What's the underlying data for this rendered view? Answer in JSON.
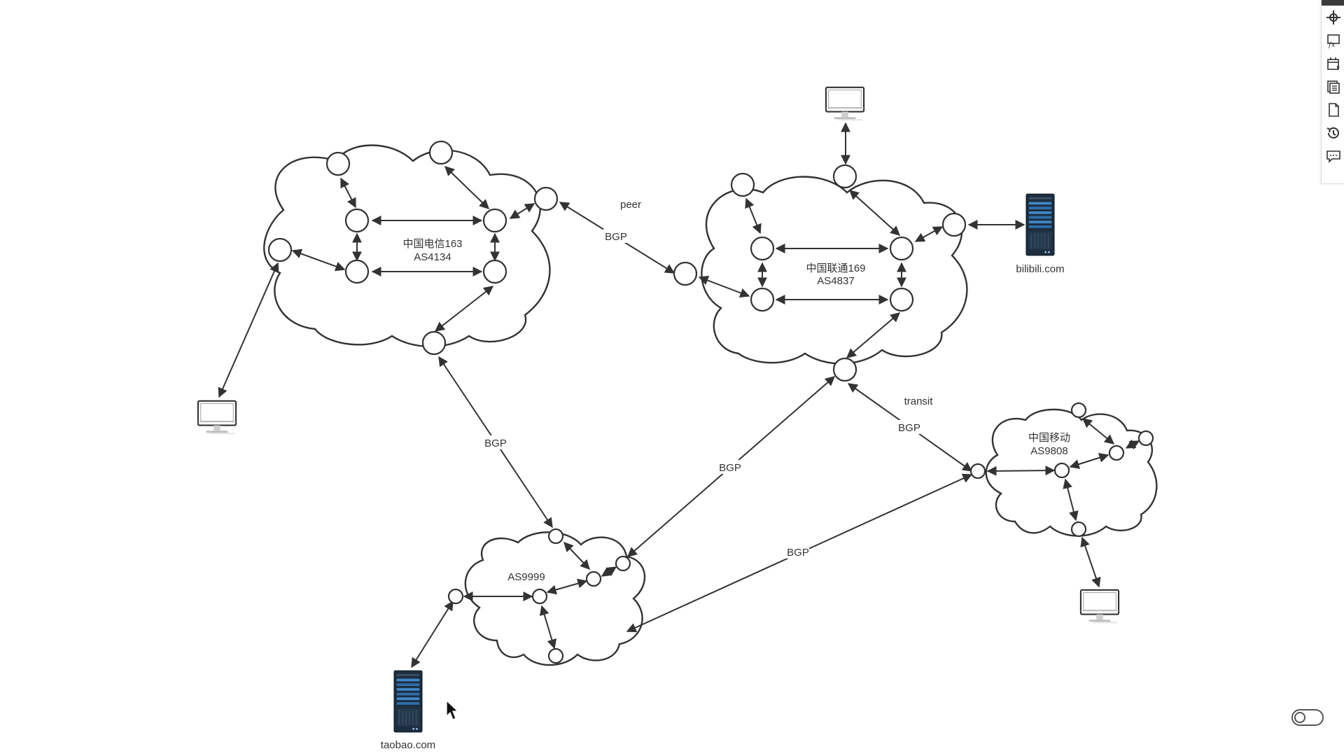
{
  "diagram": {
    "as_telecom": {
      "name": "中国电信163",
      "asn": "AS4134"
    },
    "as_unicom": {
      "name": "中国联通169",
      "asn": "AS4837"
    },
    "as_mobile": {
      "name": "中国移动",
      "asn": "AS9808"
    },
    "as_9999": {
      "asn": "AS9999"
    },
    "link_labels": {
      "peer": "peer",
      "transit": "transit",
      "bgp_telecom_unicom": "BGP",
      "bgp_telecom_9999": "BGP",
      "bgp_unicom_9999": "BGP",
      "bgp_unicom_mobile": "BGP",
      "bgp_mobile_9999": "BGP"
    },
    "hosts": {
      "bilibili": "bilibili.com",
      "taobao": "taobao.com"
    }
  },
  "toolbar": {
    "icons": [
      "crosshair-icon",
      "formula-icon",
      "calendar-icon",
      "layers-icon",
      "page-icon",
      "history-icon",
      "comment-icon"
    ]
  },
  "toggle": {
    "state": "off"
  },
  "colors": {
    "stroke": "#333333",
    "server": "#1c2d3e",
    "server_accent": "#3f86c8"
  }
}
